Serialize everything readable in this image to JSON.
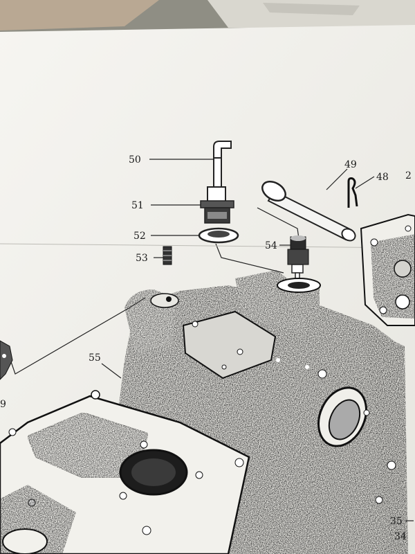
{
  "diagram": {
    "callouts": [
      {
        "id": "c50",
        "text": "50"
      },
      {
        "id": "c51",
        "text": "51"
      },
      {
        "id": "c52",
        "text": "52"
      },
      {
        "id": "c53",
        "text": "53"
      },
      {
        "id": "c54",
        "text": "54"
      },
      {
        "id": "c55",
        "text": "55"
      },
      {
        "id": "c49",
        "text": "49"
      },
      {
        "id": "c48",
        "text": "48"
      },
      {
        "id": "c2",
        "text": "2"
      },
      {
        "id": "c9",
        "text": "9"
      },
      {
        "id": "c35",
        "text": "35"
      },
      {
        "id": "c34",
        "text": "34"
      }
    ]
  },
  "colors": {
    "paper": "#f3f2ee",
    "ink": "#2b2b2b",
    "background": "#9b9a8e"
  }
}
